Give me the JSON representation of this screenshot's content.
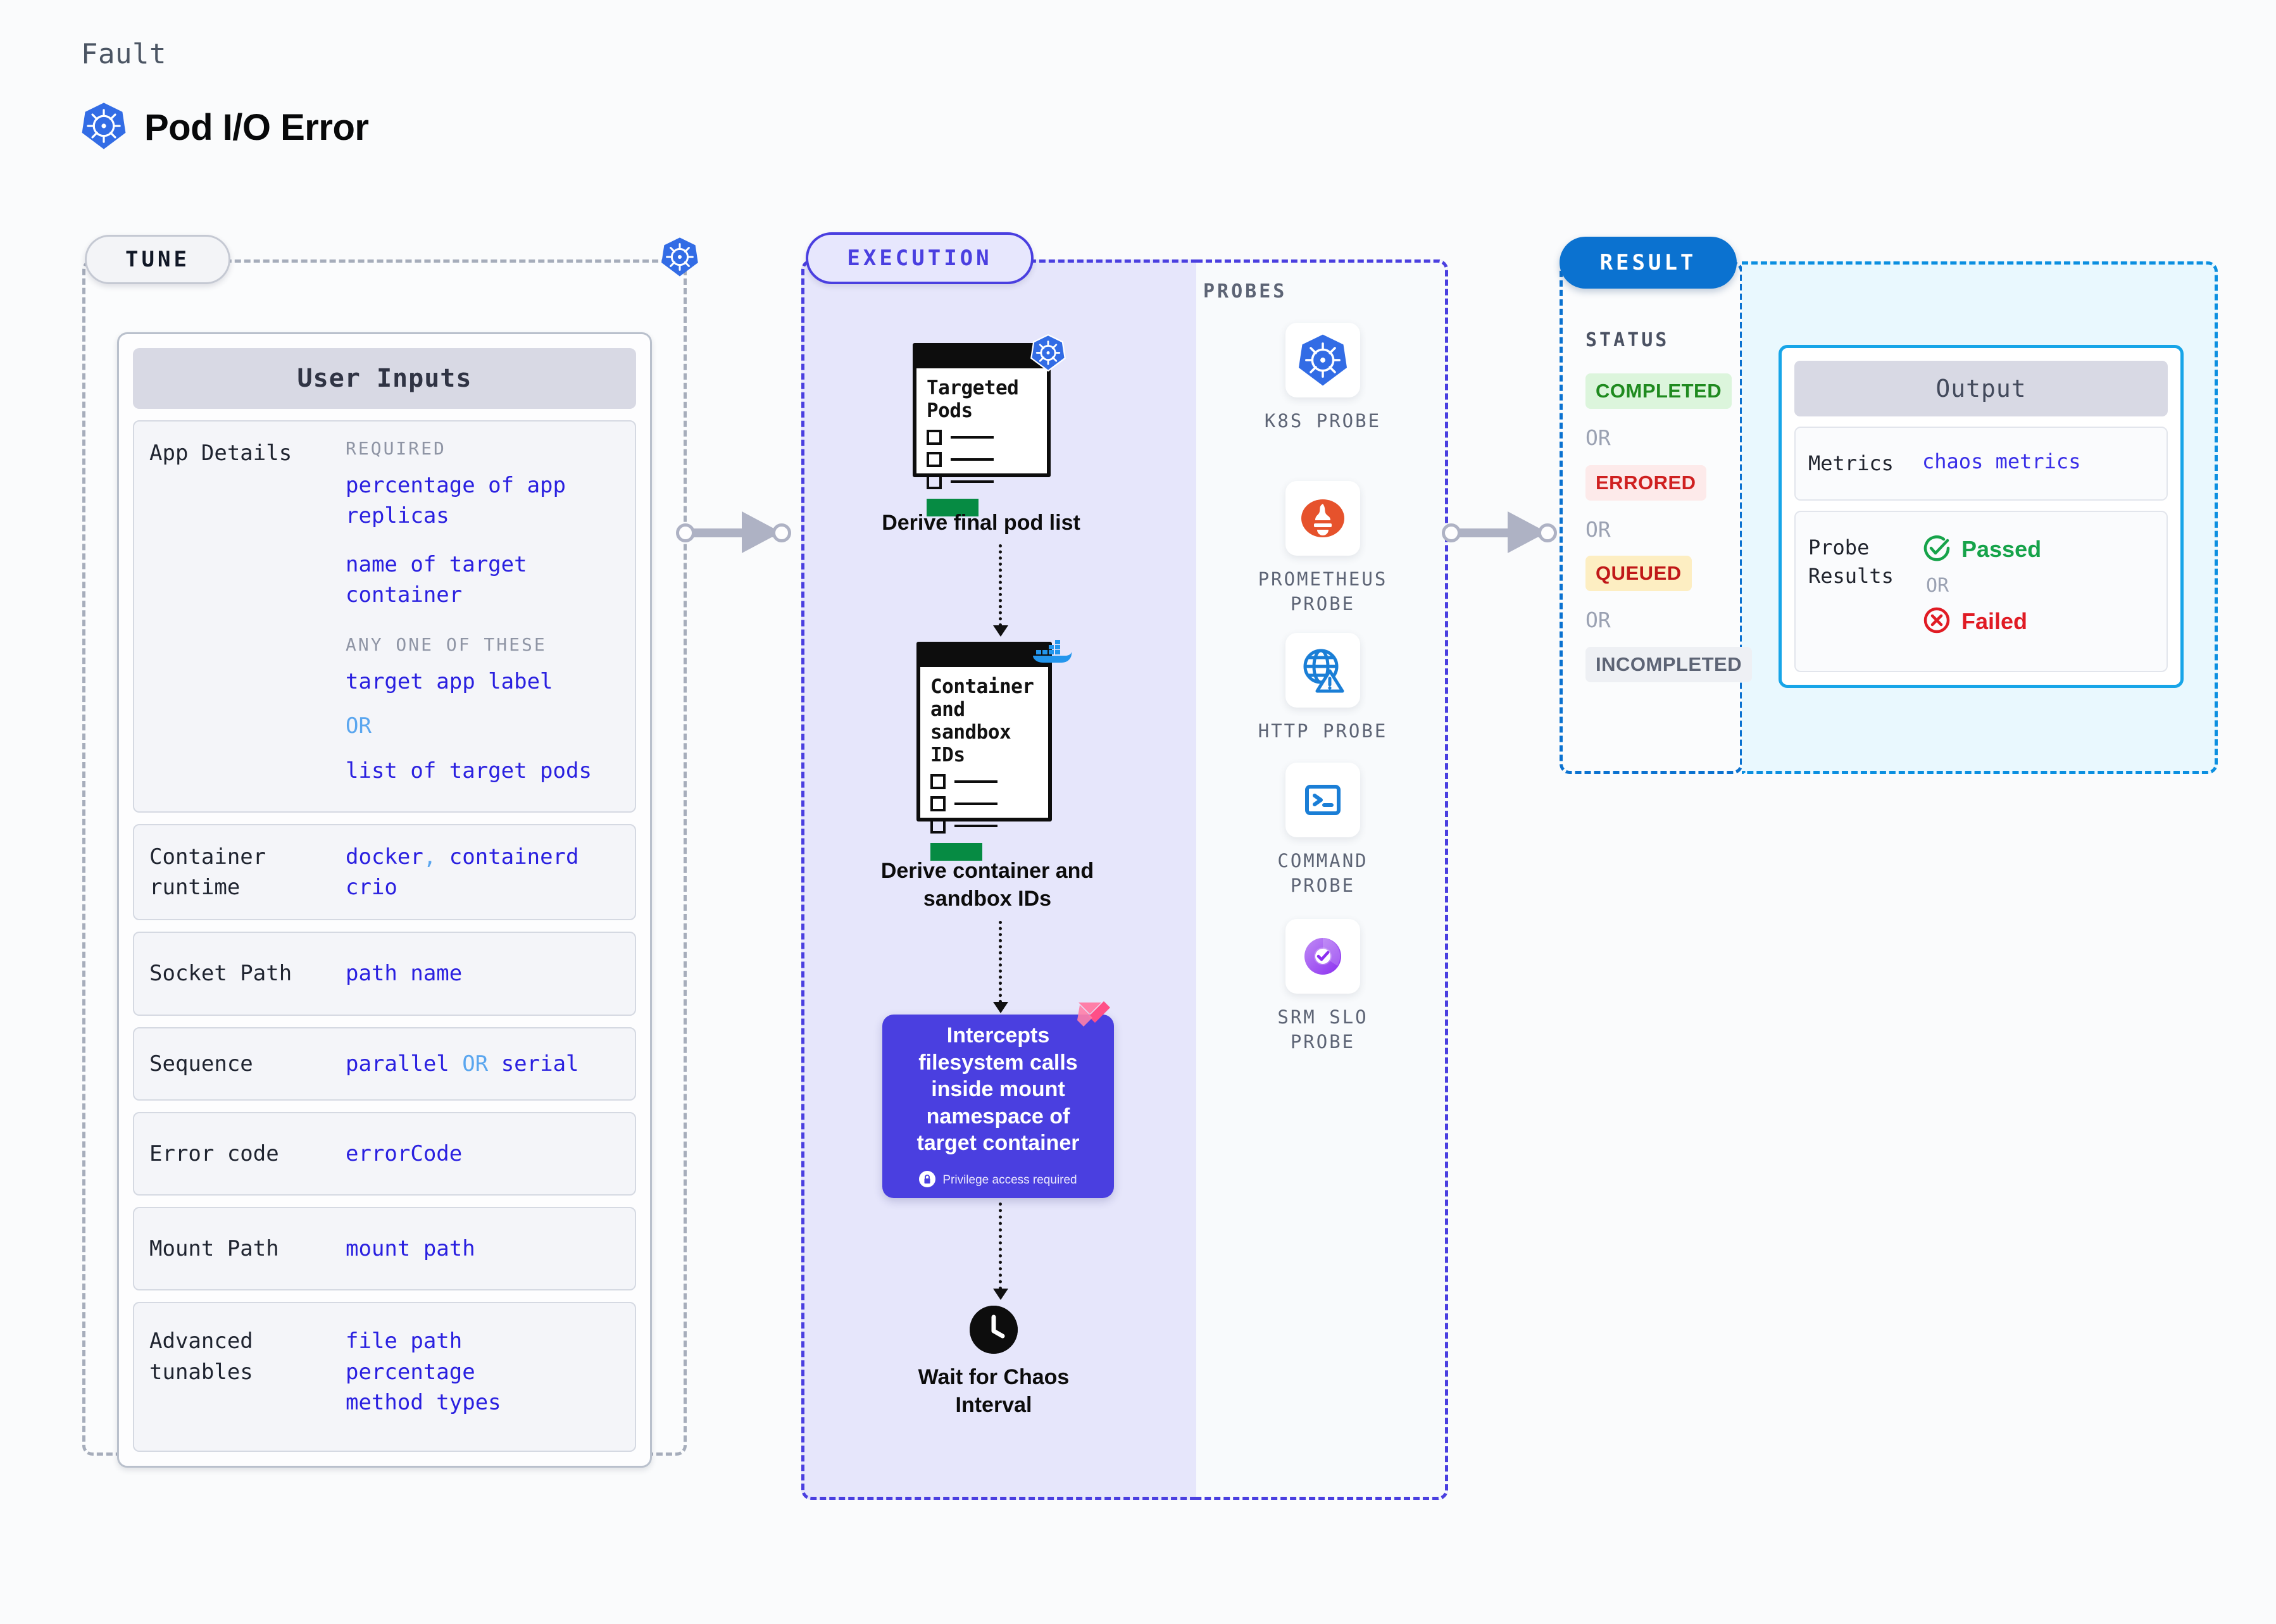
{
  "header": {
    "eyebrow": "Fault",
    "title": "Pod I/O Error",
    "icon": "kubernetes-icon"
  },
  "stages": {
    "tune": "TUNE",
    "execution": "EXECUTION",
    "result": "RESULT"
  },
  "tune": {
    "card_title": "User Inputs",
    "rows": [
      {
        "label": "App Details",
        "groups": [
          {
            "heading": "REQUIRED",
            "items": [
              "percentage of app replicas",
              "name of target container"
            ]
          },
          {
            "heading": "ANY ONE OF THESE",
            "items": [
              "target app label",
              "OR",
              "list of target pods"
            ]
          }
        ]
      },
      {
        "label": "Container runtime",
        "values": "docker , containerd crio"
      },
      {
        "label": "Socket Path",
        "values": "path name"
      },
      {
        "label": "Sequence",
        "values": "parallel OR serial"
      },
      {
        "label": "Error code",
        "values": "errorCode"
      },
      {
        "label": "Mount Path",
        "values": "mount path"
      },
      {
        "label": "Advanced tunables",
        "values": "file path percentage method types"
      }
    ],
    "runtime_v1": "docker",
    "runtime_sep": ", ",
    "runtime_v2": "containerd",
    "runtime_v3": "crio",
    "socket_path": "path name",
    "sequence_a": "parallel",
    "sequence_or": "OR",
    "sequence_b": "serial",
    "error_code": "errorCode",
    "mount_path": "mount path",
    "adv_1": "file path",
    "adv_2": "percentage",
    "adv_3": "method types",
    "req_heading": "REQUIRED",
    "req_1": "percentage of app",
    "req_1b": "replicas",
    "req_2": "name of target",
    "req_2b": "container",
    "any_heading": "ANY ONE OF THESE",
    "any_1": "target app label",
    "any_or": "OR",
    "any_2": "list of target pods",
    "label_app_details": "App Details",
    "label_container_runtime_a": "Container",
    "label_container_runtime_b": "runtime",
    "label_socket_path": "Socket Path",
    "label_sequence": "Sequence",
    "label_error_code": "Error code",
    "label_mount_path": "Mount Path",
    "label_advanced_a": "Advanced",
    "label_advanced_b": "tunables"
  },
  "execution": {
    "step1": {
      "card_title_line1": "Targeted",
      "card_title_line2": "Pods",
      "caption": "Derive final pod list",
      "badge": "kubernetes-icon"
    },
    "step2": {
      "card_title_line1": "Container",
      "card_title_line2": "and",
      "card_title_line3": "sandbox",
      "card_title_line4": "IDs",
      "caption_line1": "Derive container and",
      "caption_line2": "sandbox IDs",
      "badge": "docker-icon"
    },
    "step3": {
      "text": "Intercepts filesystem calls inside mount namespace of target container",
      "privilege_note": "Privilege access required",
      "badge": "litmus-icon"
    },
    "step4": {
      "caption_line1": "Wait for Chaos",
      "caption_line2": "Interval",
      "icon": "clock-icon"
    }
  },
  "probes": {
    "title": "PROBES",
    "items": [
      {
        "name": "K8S  PROBE",
        "icon": "kubernetes-icon"
      },
      {
        "name": "PROMETHEUS PROBE",
        "icon": "prometheus-icon"
      },
      {
        "name": "HTTP PROBE",
        "icon": "http-globe-warning-icon"
      },
      {
        "name": "COMMAND PROBE",
        "icon": "terminal-icon"
      },
      {
        "name": "SRM SLO PROBE",
        "icon": "srm-slo-icon"
      }
    ],
    "k8s_l1": "K8S  PROBE",
    "prom_l1": "PROMETHEUS",
    "prom_l2": "PROBE",
    "http_l1": "HTTP  PROBE",
    "cmd_l1": "COMMAND",
    "cmd_l2": "PROBE",
    "srm_l1": "SRM  SLO",
    "srm_l2": "PROBE"
  },
  "result": {
    "status_title": "STATUS",
    "badges": [
      {
        "label": "COMPLETED",
        "bg": "#dcf5dc",
        "fg": "#1f8a1f"
      },
      {
        "label": "ERRORED",
        "bg": "#fdeaea",
        "fg": "#cf2020"
      },
      {
        "label": "QUEUED",
        "bg": "#fdeec2",
        "fg": "#c01818"
      },
      {
        "label": "INCOMPLETED",
        "bg": "#eef0f4",
        "fg": "#5d6475"
      }
    ],
    "or": "OR",
    "badge_completed": "COMPLETED",
    "badge_errored": "ERRORED",
    "badge_queued": "QUEUED",
    "badge_incompleted": "INCOMPLETED"
  },
  "output": {
    "card_title": "Output",
    "metrics_label": "Metrics",
    "metrics_value": "chaos metrics",
    "probe_label_a": "Probe",
    "probe_label_b": "Results",
    "passed": "Passed",
    "failed": "Failed",
    "or": "OR"
  },
  "colors": {
    "accent_purple": "#4a3fe0",
    "accent_blue": "#0b72d0",
    "accent_cyan": "#17a5e8",
    "kubernetes_blue": "#326ce5",
    "passed_green": "#16a34a",
    "failed_red": "#e01b24"
  }
}
